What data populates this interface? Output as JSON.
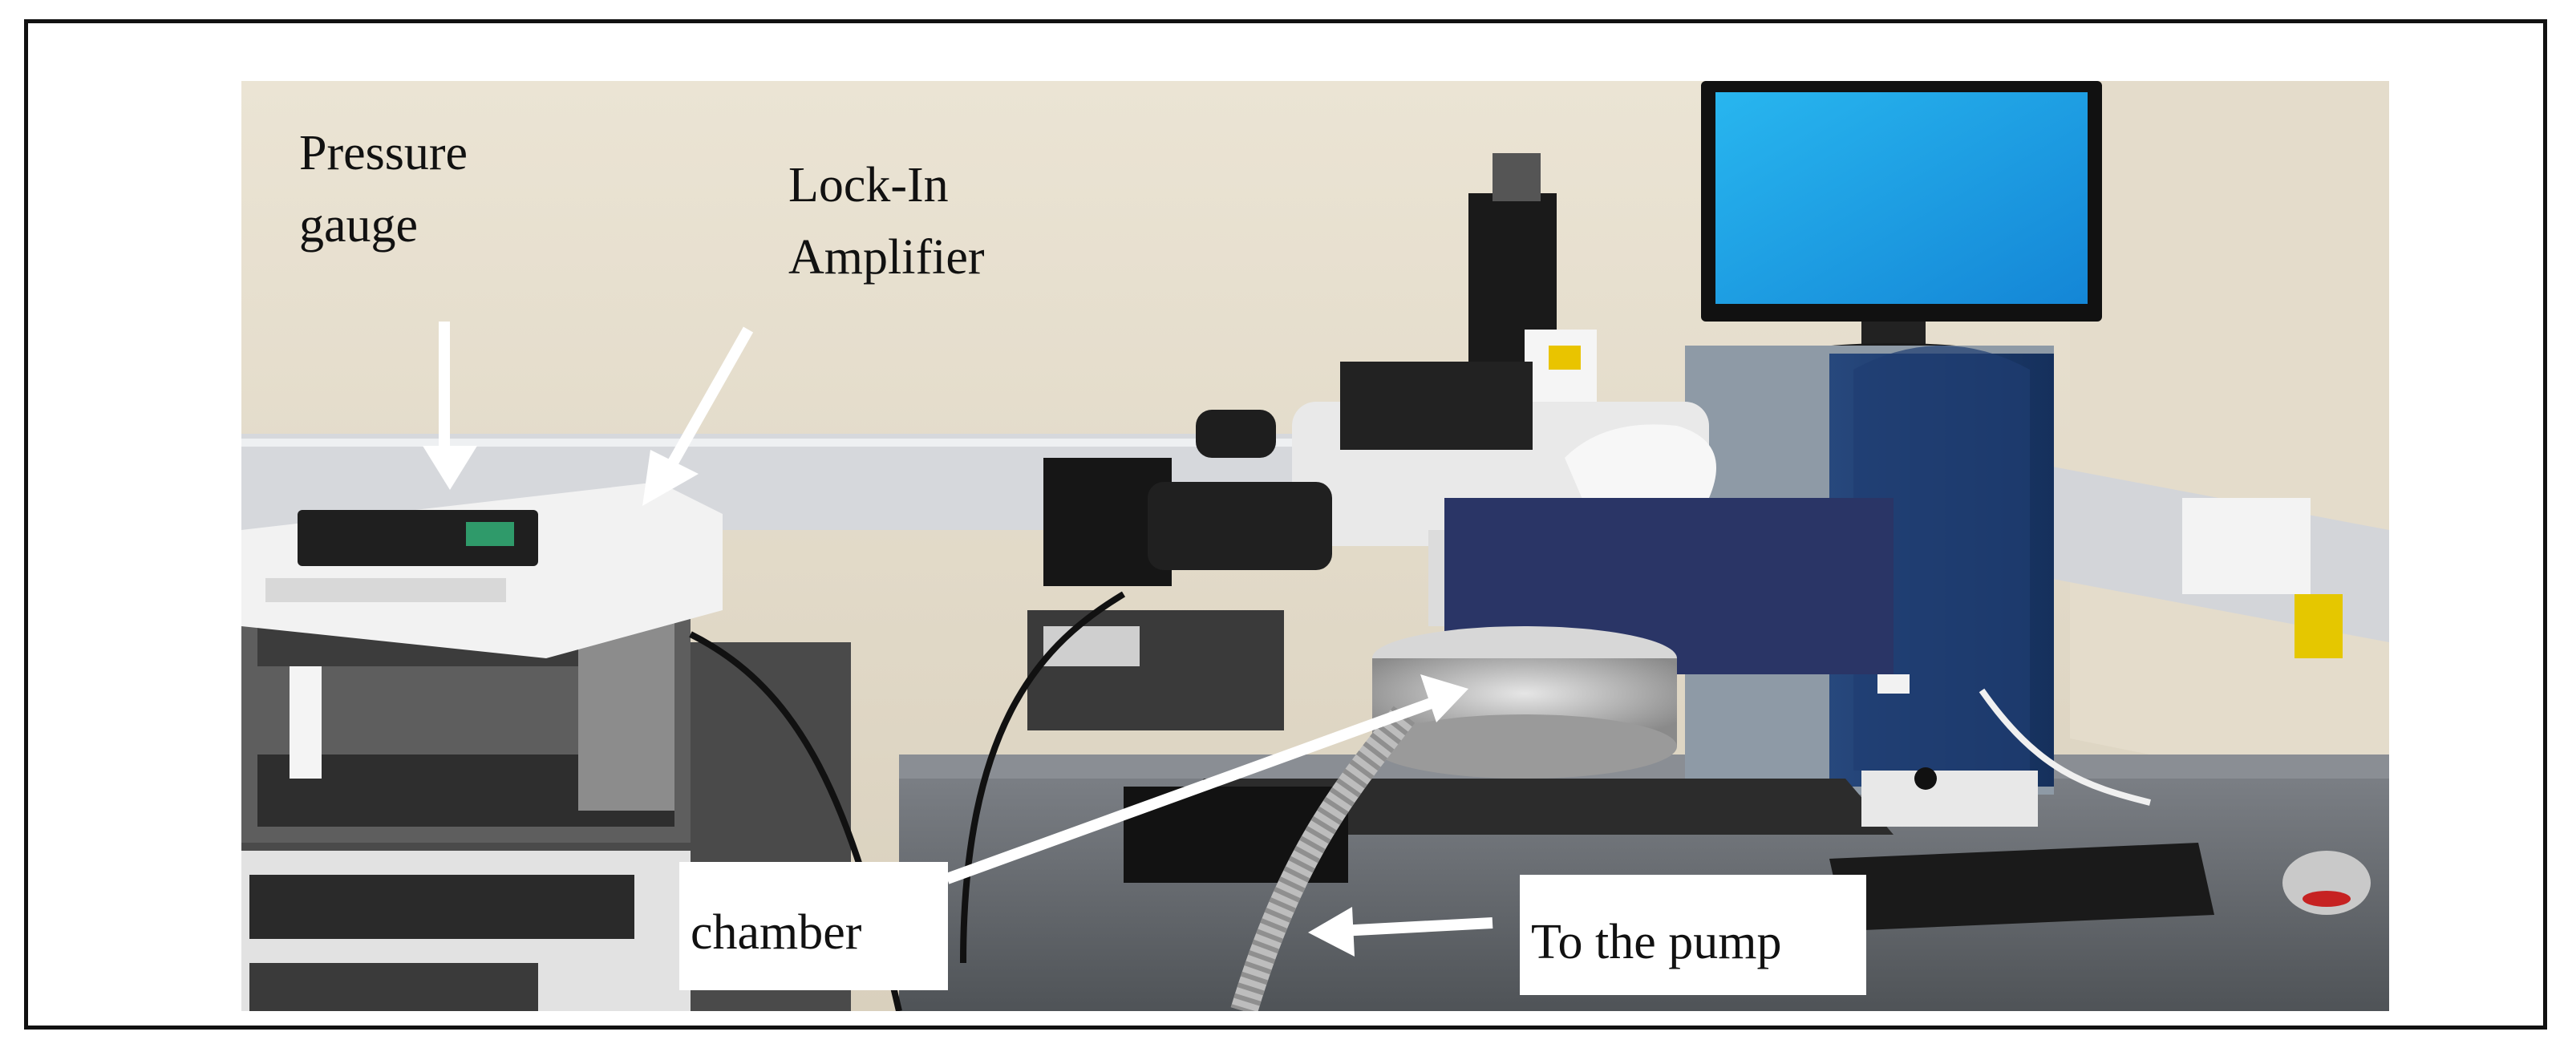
{
  "figure": {
    "labels": {
      "pressure_gauge_line1": "Pressure",
      "pressure_gauge_line2": "gauge",
      "lock_in_line1": "Lock-In",
      "lock_in_line2": "Amplifier",
      "chamber": "chamber",
      "to_pump": "To the pump"
    },
    "colors": {
      "wall": "#e8e0cf",
      "monitor_screen": "#1fa8e8",
      "pc_tower": "#1c3a6e",
      "table_top": "#6b6f74",
      "arrow": "#ffffff"
    },
    "icons": [
      "pressure-gauge-arrow",
      "lock-in-arrow",
      "chamber-arrow",
      "pump-arrow"
    ]
  }
}
